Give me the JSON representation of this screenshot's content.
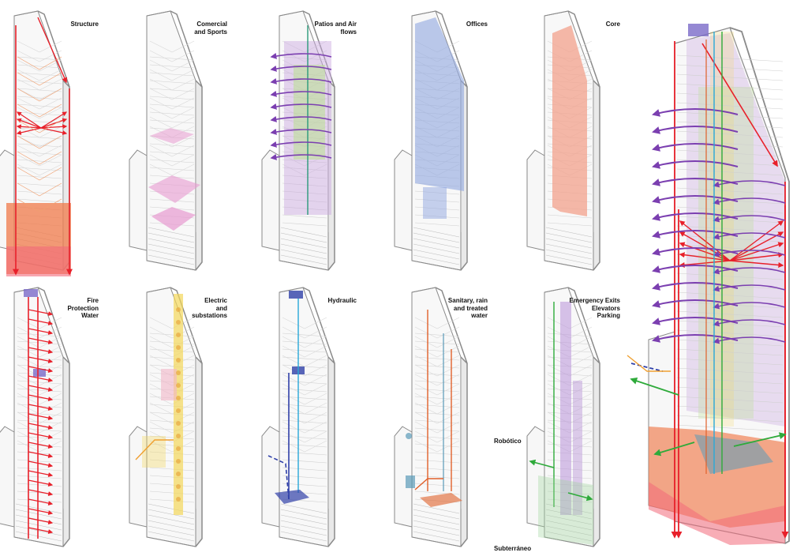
{
  "panels": [
    {
      "id": "structure",
      "label": "Structure",
      "kind": "structure"
    },
    {
      "id": "commercial",
      "label": "Comercial\nand Sports",
      "kind": "commercial"
    },
    {
      "id": "patios",
      "label": "Patios and Air\nflows",
      "kind": "patios"
    },
    {
      "id": "offices",
      "label": "Offices",
      "kind": "offices"
    },
    {
      "id": "core",
      "label": "Core",
      "kind": "core"
    },
    {
      "id": "fire",
      "label": "Fire\nProtection\nWater",
      "kind": "fire"
    },
    {
      "id": "electric",
      "label": "Electric\nand\nsubstations",
      "kind": "electric"
    },
    {
      "id": "hydraulic",
      "label": "Hydraulic",
      "kind": "hydraulic"
    },
    {
      "id": "sanitary",
      "label": "Sanitary, rain\nand treated\nwater",
      "kind": "sanitary"
    },
    {
      "id": "emergency",
      "label": "Emergency Exits\nElevators\nParking",
      "kind": "emergency"
    }
  ],
  "annotations": {
    "robotico": "Robótico",
    "subterraneo": "Subterráneo"
  },
  "colors": {
    "outline": "#8a8a8a",
    "structure": "#e8202a",
    "orange_base": "#f07a4a",
    "pink_base": "#f26a7a",
    "commercial": "#e79ad0",
    "patios_green": "#b9e08f",
    "patios_purple": "#c9a7e0",
    "airflow_arrow": "#7b3fb0",
    "offices": "#8fa6e0",
    "core": "#f3a18c",
    "fire": "#e8202a",
    "fire_tank": "#7a6ac8",
    "electric": "#f4d75a",
    "electric_pink": "#f2b5c8",
    "hydraulic": "#28a8d8",
    "hydraulic_dark": "#3040a8",
    "sanitary": "#e0602a",
    "sanitary_blue": "#5a9ab8",
    "emergency_purple": "#b892d8",
    "emergency_green": "#2eaa3a",
    "parking": "#9fd59a"
  }
}
